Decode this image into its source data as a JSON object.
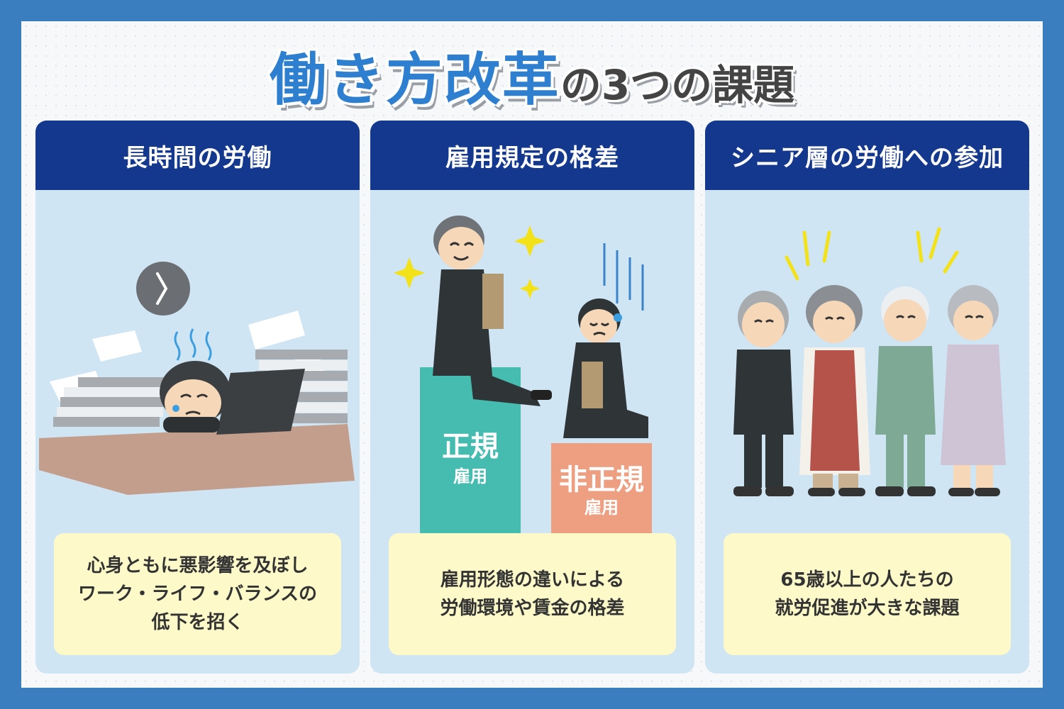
{
  "title": {
    "main": "働き方改革",
    "sub": "の3つの課題"
  },
  "panels": [
    {
      "header": "長時間の労働",
      "caption": [
        "心身ともに悪影響を及ぼし",
        "ワーク・ライフ・バランスの",
        "低下を招く"
      ]
    },
    {
      "header": "雇用規定の格差",
      "caption": [
        "雇用形態の違いによる",
        "労働環境や賃金の格差"
      ],
      "bars": [
        {
          "label": "正規",
          "sub": "雇用",
          "color": "#46bcb1"
        },
        {
          "label": "非正規",
          "sub": "雇用",
          "color": "#ee9f82"
        }
      ]
    },
    {
      "header": "シニア層の労働への参加",
      "caption": [
        "65歳以上の人たちの",
        "就労促進が大きな課題"
      ]
    }
  ],
  "colors": {
    "background": "#3a7ec0",
    "header": "#15388f",
    "panel": "#cfe5f4",
    "caption": "#fdf9c8",
    "title": "#2e7fd0"
  }
}
